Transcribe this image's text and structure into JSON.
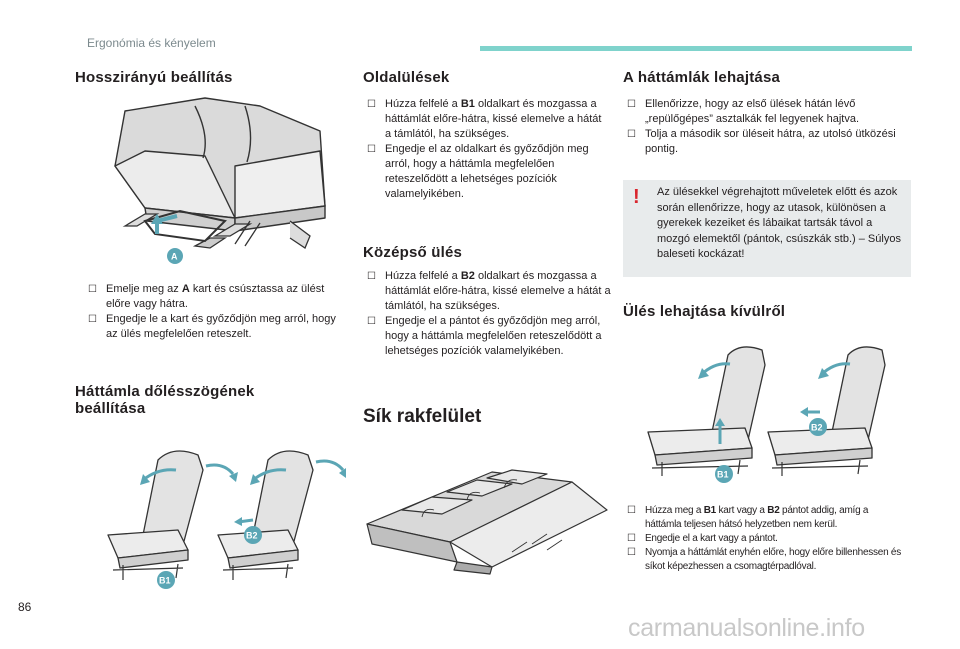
{
  "header": {
    "section": "Ergonómia és kényelem"
  },
  "page_number": "86",
  "watermark": "carmanualsonline.info",
  "col1": {
    "title1": "Hosszirányú beállítás",
    "image1_label": "A",
    "bullets1": [
      {
        "parts": [
          "Emelje meg az ",
          "A",
          " kart és csúsztassa az ülést előre vagy hátra."
        ]
      },
      {
        "parts": [
          "Engedje le a kart és győződjön meg arról, hogy az ülés megfelelően reteszelt.",
          "",
          ""
        ]
      }
    ],
    "title2_line1": "Háttámla dőlésszögének",
    "title2_line2": "beállítása",
    "image2_labels": [
      "B1",
      "B2"
    ]
  },
  "col2": {
    "title1": "Oldalülések",
    "bullets1": [
      {
        "parts": [
          "Húzza felfelé a ",
          "B1",
          " oldalkart és mozgassa a háttámlát előre-hátra, kissé elemelve a hátát a támlától, ha szükséges."
        ]
      },
      {
        "parts": [
          "Engedje el az oldalkart és győződjön meg arról, hogy a háttámla megfelelően reteszelődött a lehetséges pozíciók valamelyikében.",
          "",
          ""
        ]
      }
    ],
    "title2": "Középső ülés",
    "bullets2": [
      {
        "parts": [
          "Húzza felfelé a ",
          "B2",
          " oldalkart és mozgassa a háttámlát előre-hátra, kissé elemelve a hátát a támlától, ha szükséges."
        ]
      },
      {
        "parts": [
          "Engedje el a pántot és győződjön meg arról, hogy a háttámla megfelelően reteszelődött a lehetséges pozíciók valamelyikében.",
          "",
          ""
        ]
      }
    ],
    "title3": "Sík rakfelület"
  },
  "col3": {
    "title1": "A háttámlák lehajtása",
    "bullets1": [
      {
        "parts": [
          "Ellenőrizze, hogy az első ülések hátán lévő „repülőgépes” asztalkák fel legyenek hajtva.",
          "",
          ""
        ]
      },
      {
        "parts": [
          "Tolja a második sor üléseit hátra, az utolsó ütközési pontig.",
          "",
          ""
        ]
      }
    ],
    "warning": "Az ülésekkel végrehajtott műveletek előtt és azok során ellenőrizze, hogy az utasok, különösen a gyerekek kezeiket és lábaikat tartsák távol a mozgó elemektől (pántok, csúszkák stb.) – Súlyos baleseti kockázat!",
    "title2": "Ülés lehajtása kívülről",
    "image_labels": [
      "B1",
      "B2"
    ],
    "bullets2": [
      {
        "parts": [
          "Húzza meg a ",
          "B1",
          " kart vagy a "
        ],
        "parts2": [
          "B2",
          " pántot addig, amíg a háttámla teljesen hátsó helyzetben nem kerül."
        ]
      },
      {
        "parts": [
          "Engedje el a kart vagy a pántot.",
          "",
          ""
        ]
      },
      {
        "parts": [
          "Nyomja a háttámlát enyhén előre, hogy előre billenhessen és síkot képezhessen a csomagtérpadlóval.",
          "",
          ""
        ]
      }
    ]
  },
  "colors": {
    "accent": "#7fd3cc",
    "label_circle": "#5ba6b5",
    "warning_red": "#d9262e",
    "panel": "#e8ebec"
  },
  "icons": {
    "bullet": "checkbox-bullet-icon",
    "warning": "exclamation-icon"
  }
}
